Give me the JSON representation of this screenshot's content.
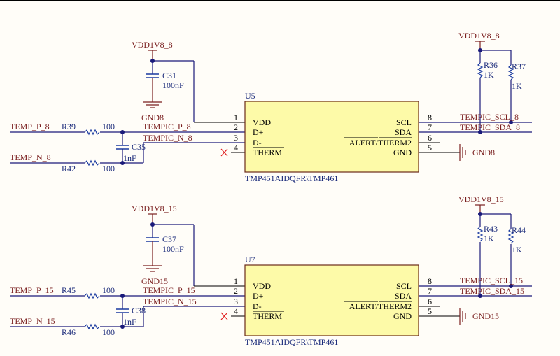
{
  "title": "TMP451 remote temperature sensor schematic",
  "colors": {
    "background": "#fffdf8",
    "wire": "#1a1a7a",
    "net_label": "#7a1f1f",
    "chip_fill": "#fdfaa8",
    "chip_border": "#6b2a1a",
    "no_connect": "#e02020"
  },
  "blocks": [
    {
      "ic": {
        "designator": "U5",
        "part": "TMP451AIDQFR\\TMP461",
        "left_pins": [
          {
            "num": "1",
            "name": "VDD"
          },
          {
            "num": "2",
            "name": "D+"
          },
          {
            "num": "3",
            "name": "D-"
          },
          {
            "num": "4",
            "name": "THERM"
          }
        ],
        "right_pins": [
          {
            "num": "8",
            "name": "SCL"
          },
          {
            "num": "7",
            "name": "SDA"
          },
          {
            "num": "6",
            "name": "ALERT/THERM2"
          },
          {
            "num": "5",
            "name": "GND"
          }
        ]
      },
      "inputs": {
        "p": "TEMP_P_8",
        "n": "TEMP_N_8"
      },
      "nets": {
        "p": "TEMPIC_P_8",
        "n": "TEMPIC_N_8",
        "scl": "TEMPIC_SCL_8",
        "sda": "TEMPIC_SDA_8"
      },
      "series_resistors": [
        {
          "designator": "R39",
          "value": "100"
        },
        {
          "designator": "R42",
          "value": "100"
        }
      ],
      "filter_cap": {
        "designator": "C35",
        "value": "1nF"
      },
      "decoupling_cap": {
        "designator": "C31",
        "value": "100nF"
      },
      "power": "VDD1V8_8",
      "ground": "GND8",
      "pullups": [
        {
          "designator": "R36",
          "value": "1K"
        },
        {
          "designator": "R37",
          "value": "1K"
        }
      ]
    },
    {
      "ic": {
        "designator": "U7",
        "part": "TMP451AIDQFR\\TMP461",
        "left_pins": [
          {
            "num": "1",
            "name": "VDD"
          },
          {
            "num": "2",
            "name": "D+"
          },
          {
            "num": "3",
            "name": "D-"
          },
          {
            "num": "4",
            "name": "THERM"
          }
        ],
        "right_pins": [
          {
            "num": "8",
            "name": "SCL"
          },
          {
            "num": "7",
            "name": "SDA"
          },
          {
            "num": "6",
            "name": "ALERT/THERM2"
          },
          {
            "num": "5",
            "name": "GND"
          }
        ]
      },
      "inputs": {
        "p": "TEMP_P_15",
        "n": "TEMP_N_15"
      },
      "nets": {
        "p": "TEMPIC_P_15",
        "n": "TEMPIC_N_15",
        "scl": "TEMPIC_SCL_15",
        "sda": "TEMPIC_SDA_15"
      },
      "series_resistors": [
        {
          "designator": "R45",
          "value": "100"
        },
        {
          "designator": "R46",
          "value": "100"
        }
      ],
      "filter_cap": {
        "designator": "C38",
        "value": "1nF"
      },
      "decoupling_cap": {
        "designator": "C37",
        "value": "100nF"
      },
      "power": "VDD1V8_15",
      "ground": "GND15",
      "pullups": [
        {
          "designator": "R43",
          "value": "1K"
        },
        {
          "designator": "R44",
          "value": "1K"
        }
      ]
    }
  ]
}
